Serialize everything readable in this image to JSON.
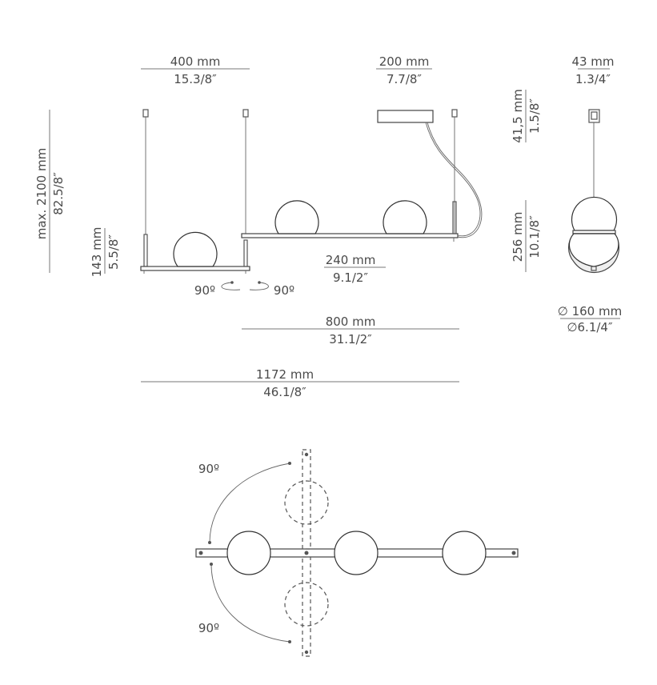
{
  "dimensions": {
    "width_400": {
      "metric": "400 mm",
      "imperial": "15.3/8″"
    },
    "width_200": {
      "metric": "200 mm",
      "imperial": "7.7/8″"
    },
    "width_43": {
      "metric": "43 mm",
      "imperial": "1.3/4″"
    },
    "height_max": {
      "metric": "max. 2100 mm",
      "imperial": "82.5/8″"
    },
    "height_143": {
      "metric": "143 mm",
      "imperial": "5.5/8″"
    },
    "height_41": {
      "metric": "41,5 mm",
      "imperial": "1.5/8″"
    },
    "height_256": {
      "metric": "256 mm",
      "imperial": "10.1/8″"
    },
    "length_240": {
      "metric": "240 mm",
      "imperial": "9.1/2″"
    },
    "length_800": {
      "metric": "800 mm",
      "imperial": "31.1/2″"
    },
    "length_1172": {
      "metric": "1172 mm",
      "imperial": "46.1/8″"
    },
    "diameter_160": {
      "metric": "∅ 160 mm",
      "imperial": "∅6.1/4″"
    }
  },
  "rotation": {
    "left_label": "90º",
    "right_label": "90º",
    "top_label": "90º",
    "bottom_label": "90º"
  }
}
